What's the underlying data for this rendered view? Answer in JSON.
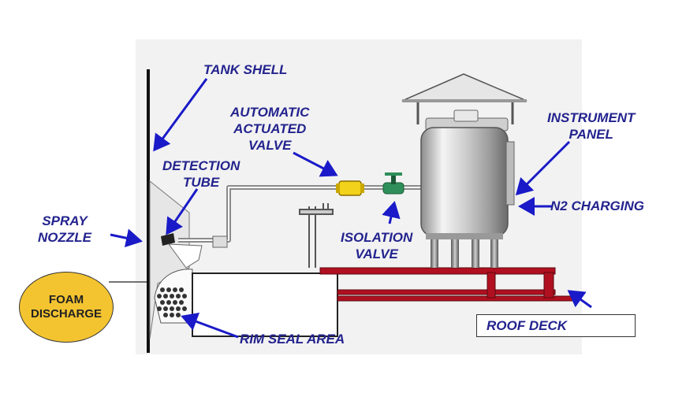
{
  "labels": {
    "tank_shell": "TANK SHELL",
    "automatic_actuated_valve": [
      "AUTOMATIC",
      "ACTUATED",
      "VALVE"
    ],
    "instrument_panel": [
      "INSTRUMENT",
      "PANEL"
    ],
    "detection_tube": [
      "DETECTION",
      "TUBE"
    ],
    "spray_nozzle": [
      "SPRAY",
      "NOZZLE"
    ],
    "n2_charging": "N2 CHARGING",
    "isolation_valve": [
      "ISOLATION",
      "VALVE"
    ],
    "foam_discharge": [
      "FOAM",
      "DISCHARGE"
    ],
    "roof_deck": "ROOF DECK",
    "rim_seal_area": "RIM SEAL AREA"
  },
  "colors": {
    "label_text": "#23238e",
    "arrow": "#1a1ac8",
    "foam_fill": "#f4c430",
    "roof_deck_frame": "#b01020",
    "valve_yellow": "#f2d21a",
    "valve_green": "#2f8f5a"
  }
}
